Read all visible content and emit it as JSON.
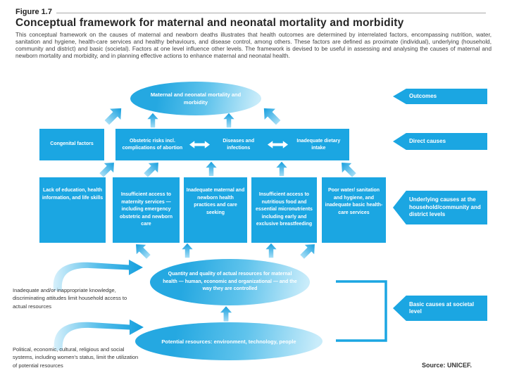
{
  "figure": {
    "label": "Figure 1.7",
    "title": "Conceptual framework for maternal and neonatal mortality and morbidity",
    "description": "This conceptual framework on the causes of maternal and newborn deaths illustrates that health outcomes are determined by interrelated factors, encompassing nutrition, water, sanitation and hygiene, health-care services and healthy behaviours, and disease control, among others. These factors are defined as proximate (individual), underlying (household, community and district) and basic (societal). Factors at one level influence other levels. The framework is devised to be useful in assessing and analysing the causes of maternal and newborn mortality and morbidity, and in planning effective actions to enhance maternal and neonatal health.",
    "source": "Source: UNICEF."
  },
  "diagram": {
    "outcome": "Maternal and neonatal mortality and morbidity",
    "direct_causes": {
      "congenital": "Congenital factors",
      "obstetric": "Obstetric risks incl. complications of abortion",
      "diseases": "Diseases and infections",
      "dietary": "Inadequate dietary intake"
    },
    "underlying_causes": [
      "Lack of education, health information, and life skills",
      "Insufficient access to maternity services — including emergency obstetric and newborn care",
      "Inadequate maternal and newborn health practices and care seeking",
      "Insufficient access to nutritious food and essential micronutrients including early and exclusive breastfeeding",
      "Poor water/ sanitation and hygiene, and inadequate basic health-care services"
    ],
    "basic_causes": {
      "actual_resources": "Quantity and quality of actual resources for maternal health — human, economic and organizational — and the way they are controlled",
      "potential_resources": "Potential resources: environment, technology, people"
    },
    "levels": [
      {
        "label": "Outcomes"
      },
      {
        "label": "Direct causes"
      },
      {
        "label": "Underlying causes at the household/community and district levels"
      },
      {
        "label": "Basic causes at societal level"
      }
    ],
    "annotations": [
      "Inadequate and/or inappropriate knowledge, discriminating attitudes limit household access to actual resources",
      "Political, economic, cultural, religious and social systems, including women's status, limit the utilization of potential resources"
    ]
  },
  "colors": {
    "accent": "#1BA6E2",
    "accent_light": "#C9ECFA",
    "text_dark": "#333333",
    "node_text": "#ffffff"
  }
}
